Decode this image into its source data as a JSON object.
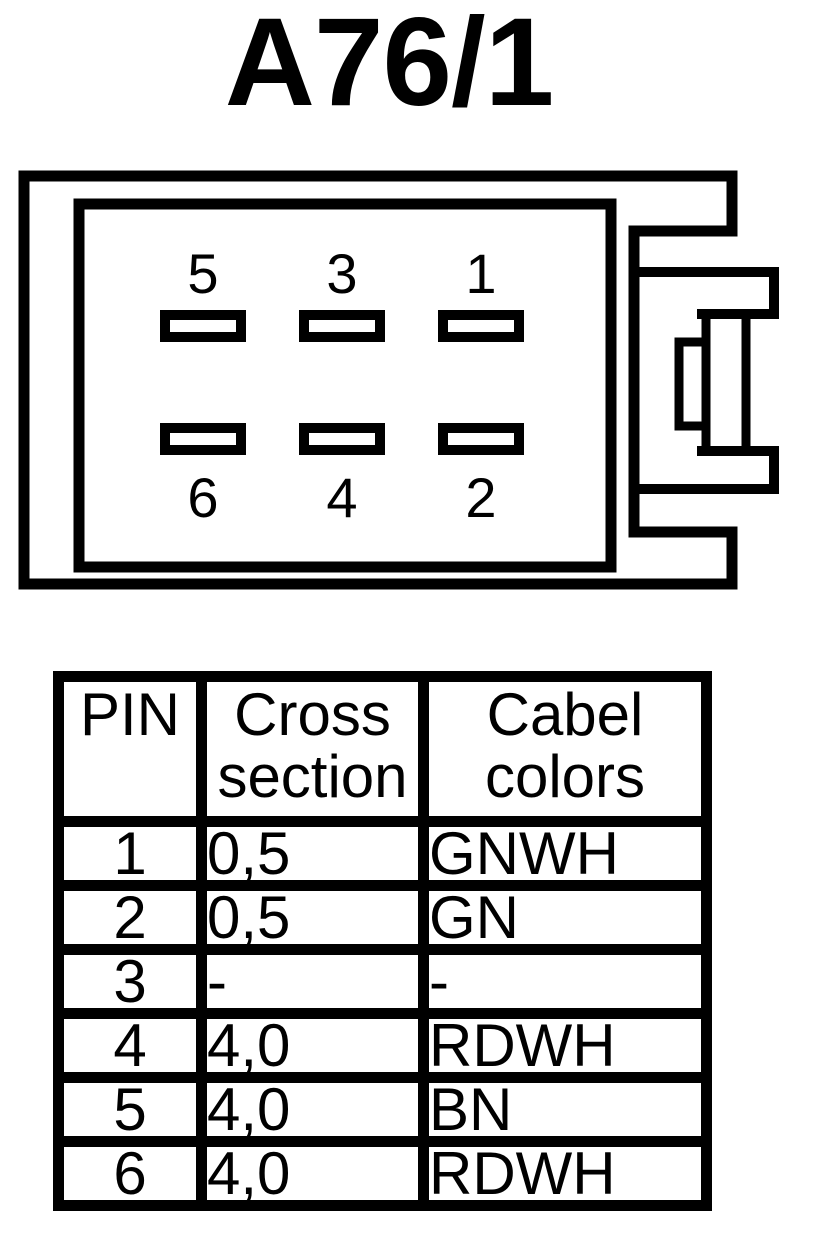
{
  "page": {
    "title": "A76/1",
    "background": "#ffffff",
    "line_color": "#000000"
  },
  "connector": {
    "pins_top": [
      "5",
      "3",
      "1"
    ],
    "pins_bottom": [
      "6",
      "4",
      "2"
    ]
  },
  "table": {
    "headers": [
      "PIN",
      "Cross section",
      "Cabel colors"
    ],
    "rows": [
      [
        "1",
        "0,5",
        "GNWH"
      ],
      [
        "2",
        "0,5",
        "GN"
      ],
      [
        "3",
        "-",
        "-"
      ],
      [
        "4",
        "4,0",
        "RDWH"
      ],
      [
        "5",
        "4,0",
        "BN"
      ],
      [
        "6",
        "4,0",
        "RDWH"
      ]
    ]
  }
}
